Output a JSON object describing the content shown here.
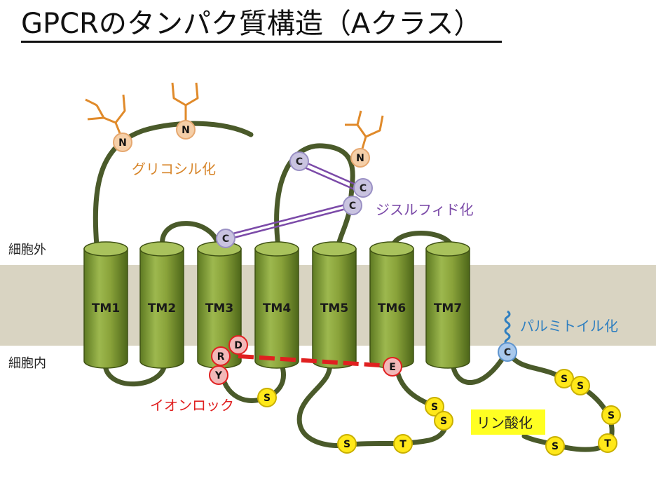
{
  "title": "GPCRのタンパク質構造（Aクラス）",
  "regions": {
    "extracellular": "細胞外",
    "intracellular": "細胞内"
  },
  "helices": [
    "TM1",
    "TM2",
    "TM3",
    "TM4",
    "TM5",
    "TM6",
    "TM7"
  ],
  "annotations": {
    "glycosylation": "グリコシル化",
    "disulfide": "ジスルフィド化",
    "palmitoylation": "パルミトイル化",
    "ionic_lock": "イオンロック",
    "phosphorylation": "リン酸化"
  },
  "residues": {
    "glyco_n1": "N",
    "glyco_n2": "N",
    "glyco_n3": "N",
    "cys_loop_a": "C",
    "cys_loop_b": "C",
    "cys_loop_c": "C",
    "cys_tm3": "C",
    "palm_cys": "C",
    "arg": "R",
    "asp": "D",
    "tyr": "Y",
    "glu": "E",
    "s_icl2": "S",
    "s_icl3_1": "S",
    "s_icl3_2": "S",
    "s_icl3_3": "S",
    "t_icl3": "T",
    "s_ct_1": "S",
    "s_ct_2": "S",
    "s_ct_3": "S",
    "t_ct": "T",
    "s_ct_4": "S"
  },
  "colors": {
    "helix": "#8aa33a",
    "loop": "#4a5a2a",
    "membrane": "#d9d4c2",
    "glyco": "#e08a2a",
    "disulfide": "#7b4aa8",
    "palm": "#2f7fc0",
    "ionic": "#e02020",
    "phospho": "#f7e017"
  }
}
